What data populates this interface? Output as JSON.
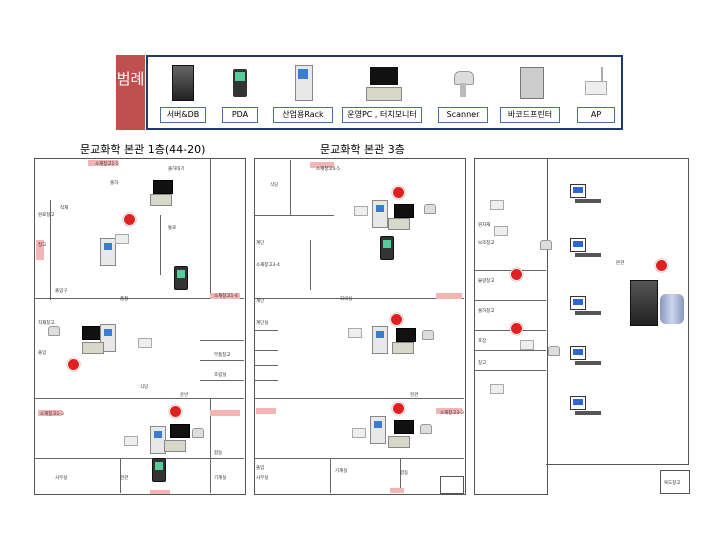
{
  "legend": {
    "title": "범례",
    "items": [
      {
        "label": "서버&DB",
        "icon": "server-db-icon"
      },
      {
        "label": "PDA",
        "icon": "pda-icon"
      },
      {
        "label": "산업용Rack",
        "icon": "industrial-rack-icon"
      },
      {
        "label": "운영PC , 터치모니터",
        "icon": "pc-touch-monitor-icon"
      },
      {
        "label": "Scanner",
        "icon": "scanner-icon"
      },
      {
        "label": "바코드프린터",
        "icon": "barcode-printer-icon"
      },
      {
        "label": "AP",
        "icon": "ap-icon"
      }
    ]
  },
  "plans": {
    "floor1_title": "문교화학 본관 1층(44-20)",
    "floor3_title": "문교화학 본관 3층"
  },
  "rooms": {
    "f1": [
      "소재창고1-5",
      "출하대기",
      "출하",
      "원료창고",
      "적재",
      "창고",
      "통로",
      "출입구",
      "소재창고1-4",
      "소재창고1-3",
      "자재창고",
      "사무실",
      "품질",
      "출입",
      "부품창고",
      "조립실",
      "운반",
      "식당",
      "합동",
      "현관",
      "기계실"
    ],
    "f3": [
      "소재창고3-5",
      "식당",
      "소재창고3-4",
      "계단",
      "회의실",
      "계단실",
      "사무실",
      "출입",
      "계단",
      "현관",
      "소재창고3-3",
      "기계실",
      "합동"
    ],
    "right": [
      "원자재",
      "보조창고",
      "불량창고",
      "출하창고",
      "포장",
      "창고",
      "본관",
      "복도창고"
    ]
  },
  "colors": {
    "legend_border": "#1f3b6e",
    "legend_tag": "#c0504d",
    "pin": "#e02020",
    "zone": "#f4b4b4"
  }
}
